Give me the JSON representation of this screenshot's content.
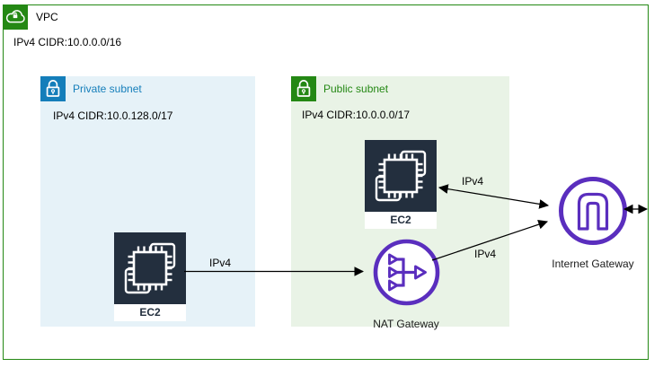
{
  "diagram": {
    "vpc": {
      "label": "VPC",
      "cidr": "IPv4 CIDR:10.0.0.0/16",
      "icon": "cloud-lock"
    },
    "private_subnet": {
      "label": "Private subnet",
      "cidr": "IPv4 CIDR:10.0.128.0/17",
      "icon": "padlock"
    },
    "public_subnet": {
      "label": "Public subnet",
      "cidr": "IPv4 CIDR:10.0.0.0/17",
      "icon": "padlock"
    },
    "nodes": {
      "ec2_private": {
        "label": "EC2",
        "icon": "cpu-chip"
      },
      "ec2_public": {
        "label": "EC2",
        "icon": "cpu-chip"
      },
      "nat_gateway": {
        "label": "NAT Gateway",
        "icon": "nat-merge-arrows"
      },
      "internet_gateway": {
        "label": "Internet Gateway",
        "icon": "gateway-arch"
      }
    },
    "connections": [
      {
        "from": "ec2-private",
        "to": "nat-gateway",
        "label": "IPv4",
        "arrows": "single"
      },
      {
        "from": "ec2-public",
        "to": "internet-gateway",
        "label": "IPv4",
        "arrows": "double"
      },
      {
        "from": "nat-gateway",
        "to": "internet-gateway",
        "label": "IPv4",
        "arrows": "single"
      },
      {
        "from": "internet-gateway",
        "to": "vpc-border",
        "label": "",
        "arrows": "double"
      }
    ],
    "colors": {
      "vpc-green": "#248814",
      "subnet-blue": "#147EBA",
      "subnet-blue-bg": "#E6F2F8",
      "subnet-green-bg": "#E9F3E6",
      "ec2-dark": "#232F3E",
      "gateway-purple": "#5A2EBE",
      "line-black": "#000000"
    }
  }
}
